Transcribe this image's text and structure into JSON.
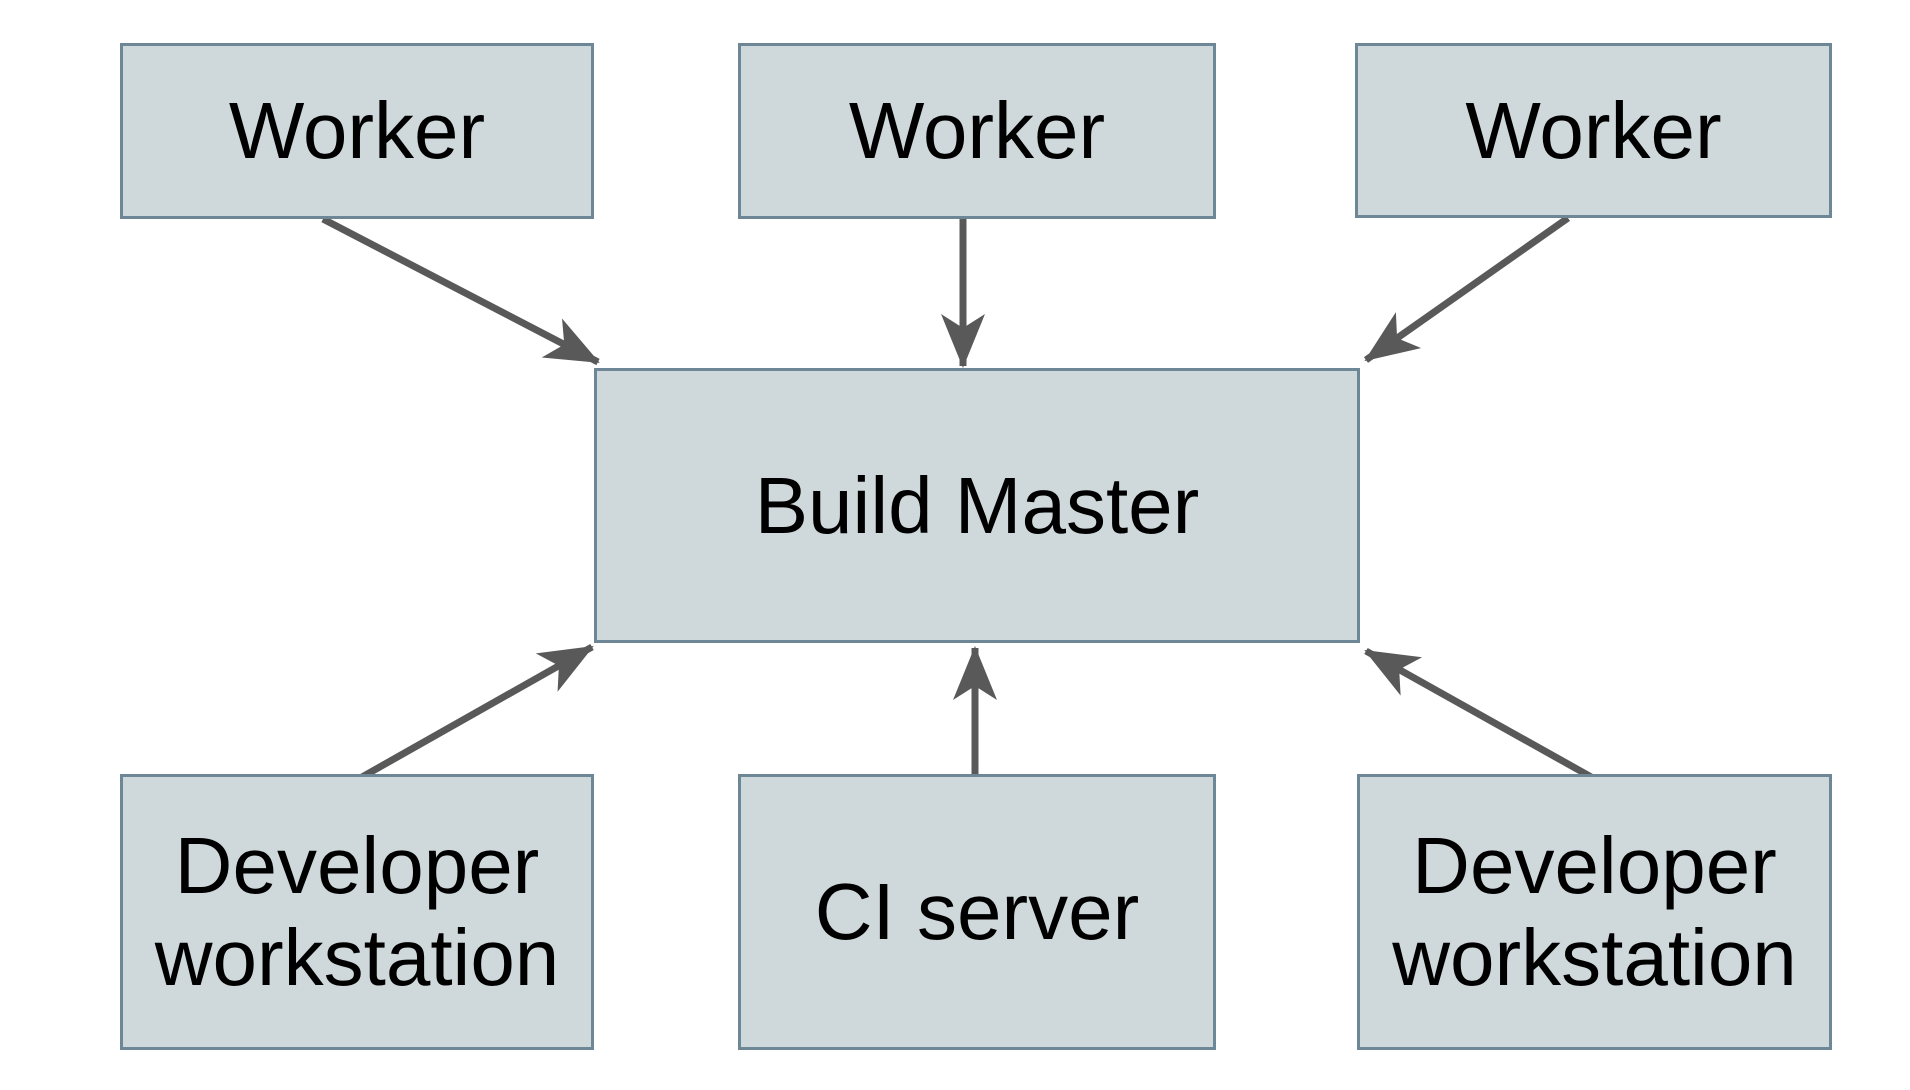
{
  "diagram": {
    "colors": {
      "background": "#ffffff",
      "box_fill": "#cfd8da",
      "box_border": "#6d8796",
      "arrow": "#595959",
      "text": "#000000"
    },
    "nodes": [
      {
        "id": "worker-1",
        "label": "Worker"
      },
      {
        "id": "worker-2",
        "label": "Worker"
      },
      {
        "id": "worker-3",
        "label": "Worker"
      },
      {
        "id": "build-master",
        "label": "Build Master"
      },
      {
        "id": "developer-workstation-1",
        "label": "Developer workstation"
      },
      {
        "id": "ci-server",
        "label": "CI server"
      },
      {
        "id": "developer-workstation-2",
        "label": "Developer workstation"
      }
    ],
    "edges": [
      {
        "from": "worker-1",
        "to": "build-master"
      },
      {
        "from": "worker-2",
        "to": "build-master"
      },
      {
        "from": "worker-3",
        "to": "build-master"
      },
      {
        "from": "developer-workstation-1",
        "to": "build-master"
      },
      {
        "from": "ci-server",
        "to": "build-master"
      },
      {
        "from": "developer-workstation-2",
        "to": "build-master"
      }
    ]
  }
}
